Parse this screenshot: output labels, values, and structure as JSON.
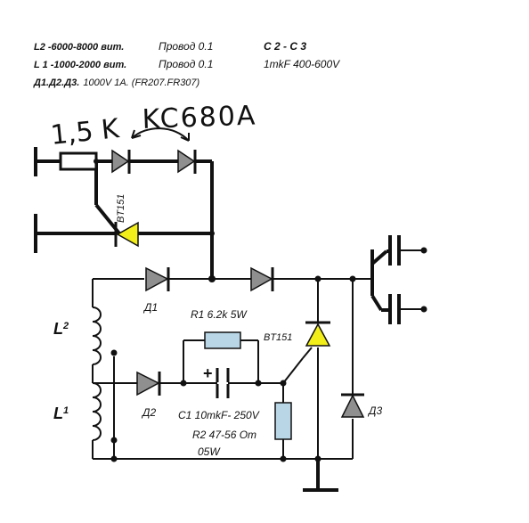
{
  "notes": {
    "line1_left": "L2 -6000-8000 вит.",
    "line1_mid": "Провод 0.1",
    "line1_right": "C 2 - C 3",
    "line2_left": "L 1 -1000-2000 вит.",
    "line2_mid": "Провод 0.1",
    "line2_right": "1mkF 400-600V",
    "line3_bold": "Д1.Д2.Д3.",
    "line3_rest": "1000V  1A.  (FR207.FR307)"
  },
  "handwritten": {
    "resistor_value": "1,5 K",
    "zener_type": "KC680A"
  },
  "labels": {
    "thyristor_top": "BT151",
    "d1": "Д1",
    "d2": "Д2",
    "d3": "Д3",
    "r1": "R1  6.2k 5W",
    "thyristor_right": "BT151",
    "c1": "C1  10mkF- 250V",
    "r2_line1": "R2  47-56 Om",
    "r2_line2": "05W",
    "l2": "L",
    "l2_sub": "2",
    "l1": "L",
    "l1_sub": "1",
    "plus": "+"
  },
  "colors": {
    "wire": "#111111",
    "diode_fill": "#8f8f8f",
    "thyristor_fill": "#f2ee1a",
    "resistor_fill": "#b9d6e6"
  }
}
